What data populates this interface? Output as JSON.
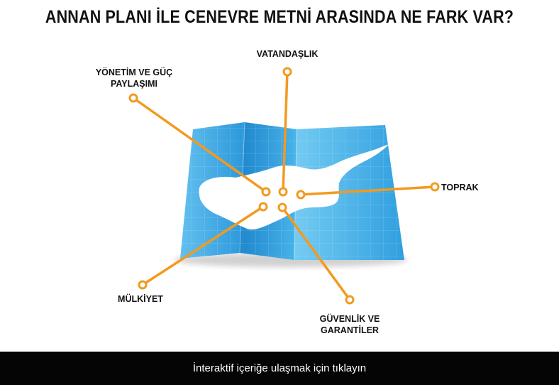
{
  "title": "ANNAN PLANI İLE CENEVRE METNİ ARASINDA NE FARK VAR?",
  "topics": [
    {
      "key": "yonetim",
      "line1": "YÖNETİM VE GÜÇ",
      "line2": "PAYLAŞIMI"
    },
    {
      "key": "vatandaslik",
      "line1": "VATANDAŞLIK",
      "line2": ""
    },
    {
      "key": "toprak",
      "line1": "TOPRAK",
      "line2": ""
    },
    {
      "key": "mulkiyet",
      "line1": "MÜLKİYET",
      "line2": ""
    },
    {
      "key": "guvenlik",
      "line1": "GÜVENLİK VE",
      "line2": "GARANTİLER"
    }
  ],
  "footer": {
    "cta": "İnteraktif içeriğe ulaşmak için tıklayın"
  },
  "colors": {
    "accent": "#f29a1f",
    "map_blue": "#2fa3e2",
    "map_blue_light": "#6cc6f2",
    "island": "#ffffff",
    "footer_bg": "#050505"
  }
}
